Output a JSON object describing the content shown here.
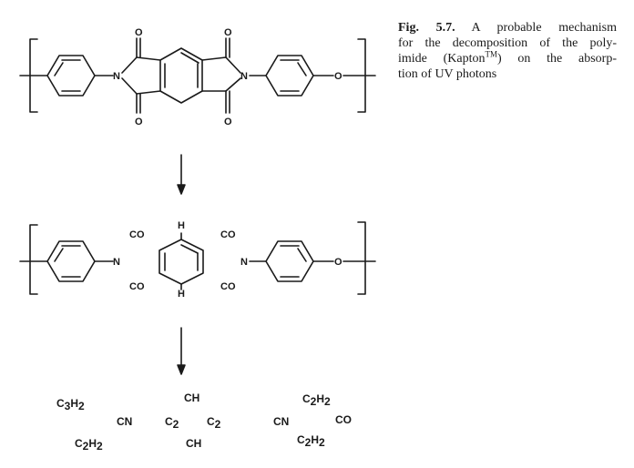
{
  "caption": {
    "label": "Fig. 5.7.",
    "line1_rest": " A probable mechanism",
    "line2": "for the decomposition of the poly-",
    "line3_pre": "imide (Kapton",
    "line3_sup": "TM",
    "line3_post": ") on the absorp-",
    "line4": "tion of UV photons"
  },
  "structure1": {
    "o_top_left": "O",
    "o_top_right": "O",
    "o_bottom_left": "O",
    "o_bottom_right": "O",
    "n_left": "N",
    "n_right": "N",
    "o_ether": "O"
  },
  "structure2": {
    "h_top": "H",
    "h_bottom": "H",
    "co_top_left": "CO",
    "co_top_right": "CO",
    "co_bottom_left": "CO",
    "co_bottom_right": "CO",
    "n_left": "N",
    "n_right": "N",
    "o_ether": "O"
  },
  "products": [
    {
      "base": "C",
      "sub1": "3",
      "mid": "H",
      "sub2": "2"
    },
    {
      "base": "CH"
    },
    {
      "base": "C",
      "sub1": "2",
      "mid": "H",
      "sub2": "2"
    },
    {
      "base": "CN"
    },
    {
      "base": "C",
      "sub1": "2"
    },
    {
      "base": "C",
      "sub1": "2"
    },
    {
      "base": "CN"
    },
    {
      "base": "CO"
    },
    {
      "base": "C",
      "sub1": "2",
      "mid": "H",
      "sub2": "2"
    },
    {
      "base": "CH"
    },
    {
      "base": "C",
      "sub1": "2",
      "mid": "H",
      "sub2": "2"
    }
  ]
}
